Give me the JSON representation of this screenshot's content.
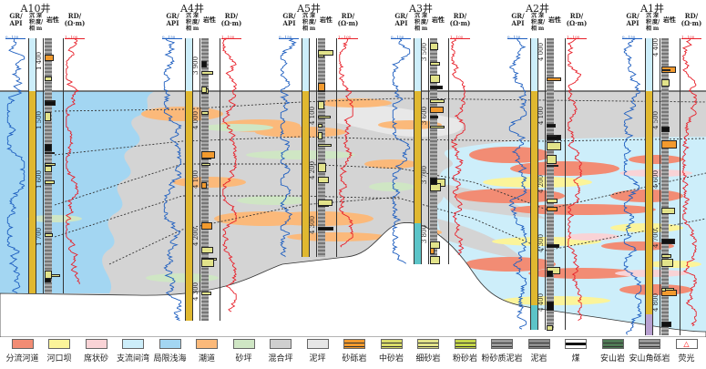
{
  "headers": {
    "gr": "GR/ API",
    "facies": "沉积相",
    "depth": "深度/ m",
    "lith": "岩性",
    "rd": "RD/ (Ω·m)",
    "gr_scale": "0—150",
    "rd_scale": "1—100"
  },
  "wells": [
    {
      "name": "A10井",
      "depths": [
        "1 400",
        "1 500",
        "1 600",
        "1 700"
      ]
    },
    {
      "name": "A4井",
      "depths": [
        "3 900",
        "4 000",
        "4 100",
        "4 200",
        "4 300"
      ]
    },
    {
      "name": "A5井",
      "depths": [
        "4 100",
        "4 200",
        "4 300"
      ]
    },
    {
      "name": "A3井",
      "depths": [
        "3 500",
        "3 600",
        "3 700",
        "3 800"
      ]
    },
    {
      "name": "A2井",
      "depths": [
        "4 000",
        "4 100",
        "4 200",
        "4 300",
        "4 400"
      ]
    },
    {
      "name": "A1井",
      "depths": [
        "4 400",
        "4 500",
        "4 600",
        "4 700",
        "4 800"
      ]
    }
  ],
  "legend": [
    {
      "label": "分流河道",
      "color": "#f28c74"
    },
    {
      "label": "河口坝",
      "color": "#fbf49a"
    },
    {
      "label": "席状砂",
      "color": "#f9d3d6"
    },
    {
      "label": "支流间湾",
      "color": "#cdeefa"
    },
    {
      "label": "局限浅海",
      "color": "#a3d6f2"
    },
    {
      "label": "潮道",
      "color": "#fbb97a"
    },
    {
      "label": "砂坪",
      "color": "#cfe6c4"
    },
    {
      "label": "混合坪",
      "color": "#cfcfcf"
    },
    {
      "label": "泥坪",
      "color": "#e6e6e6"
    },
    {
      "label": "砂砾岩",
      "color": "#f29a2e"
    },
    {
      "label": "中砂岩",
      "color": "#d9dc6a"
    },
    {
      "label": "细砂岩",
      "color": "#e2e38a"
    },
    {
      "label": "粉砂岩",
      "color": "#c4d64a"
    },
    {
      "label": "粉砂质泥岩",
      "color": "#9a9a9a"
    },
    {
      "label": "泥岩",
      "color": "#8c8c8c"
    },
    {
      "label": "煤",
      "color": "#111111"
    },
    {
      "label": "安山岩",
      "color": "#4f7a55"
    },
    {
      "label": "安山角砾岩",
      "color": "#9a9a9a"
    },
    {
      "label": "荧光",
      "color": "#ff0000"
    }
  ],
  "colors": {
    "gr_curve": "#1f5fc0",
    "rd_curve": "#e8202a",
    "facies_strip": "#e0b830",
    "andesite_strip": "#5cc4c8",
    "purple_strip": "#b8a0d0"
  }
}
